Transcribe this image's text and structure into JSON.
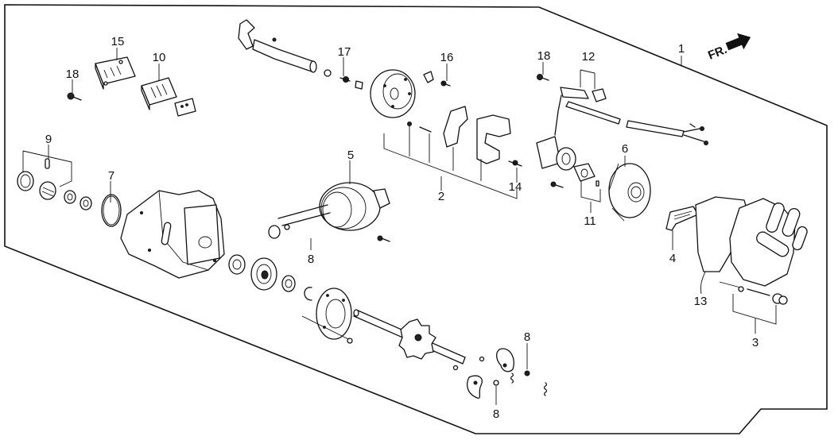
{
  "diagram": {
    "type": "exploded-parts-diagram",
    "subject": "distributor assembly",
    "direction_indicator": {
      "label": "FR.",
      "icon": "front-arrow-icon"
    },
    "callouts": [
      {
        "id": "c1",
        "label": "1"
      },
      {
        "id": "c2",
        "label": "2"
      },
      {
        "id": "c3",
        "label": "3"
      },
      {
        "id": "c4",
        "label": "4"
      },
      {
        "id": "c5",
        "label": "5"
      },
      {
        "id": "c6",
        "label": "6"
      },
      {
        "id": "c7",
        "label": "7"
      },
      {
        "id": "c8a",
        "label": "8"
      },
      {
        "id": "c8b",
        "label": "8"
      },
      {
        "id": "c8c",
        "label": "8"
      },
      {
        "id": "c9",
        "label": "9"
      },
      {
        "id": "c10",
        "label": "10"
      },
      {
        "id": "c11",
        "label": "11"
      },
      {
        "id": "c12",
        "label": "12"
      },
      {
        "id": "c13",
        "label": "13"
      },
      {
        "id": "c14",
        "label": "14"
      },
      {
        "id": "c15",
        "label": "15"
      },
      {
        "id": "c16",
        "label": "16"
      },
      {
        "id": "c17",
        "label": "17"
      },
      {
        "id": "c18a",
        "label": "18"
      },
      {
        "id": "c18b",
        "label": "18"
      }
    ]
  }
}
